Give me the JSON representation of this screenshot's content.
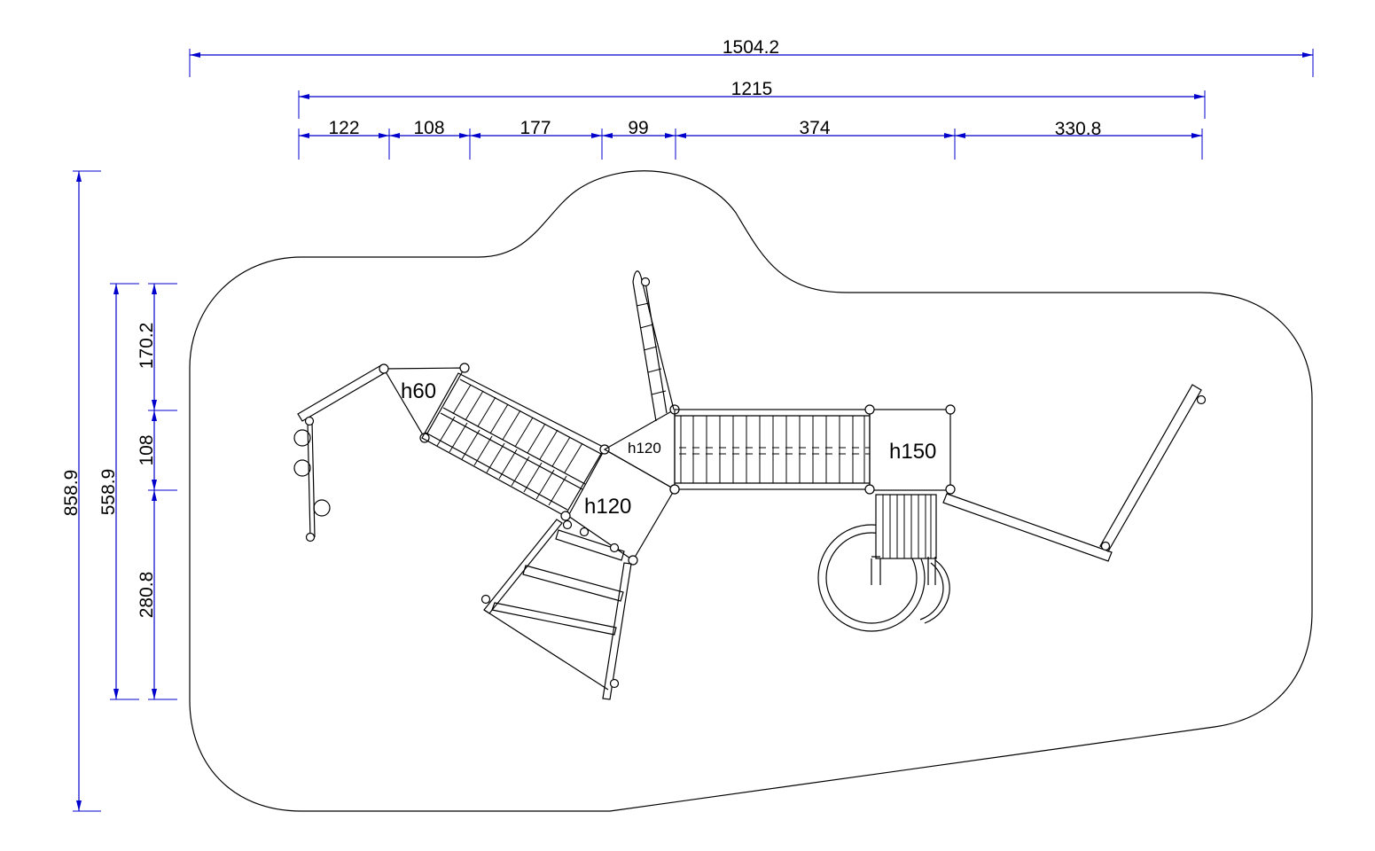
{
  "dimensions": {
    "overall_width": "1504.2",
    "equipment_width": "1215",
    "segments": [
      "122",
      "108",
      "177",
      "99",
      "374",
      "330.8"
    ],
    "overall_height": "858.9",
    "equipment_height": "558.9",
    "height_segments": [
      "170.2",
      "108",
      "280.8"
    ]
  },
  "platforms": {
    "p1": "h60",
    "p2": "h120",
    "p3": "h120",
    "p4": "h150"
  },
  "colors": {
    "dimension": "#0000cc",
    "drawing": "#000000",
    "background": "#ffffff"
  }
}
